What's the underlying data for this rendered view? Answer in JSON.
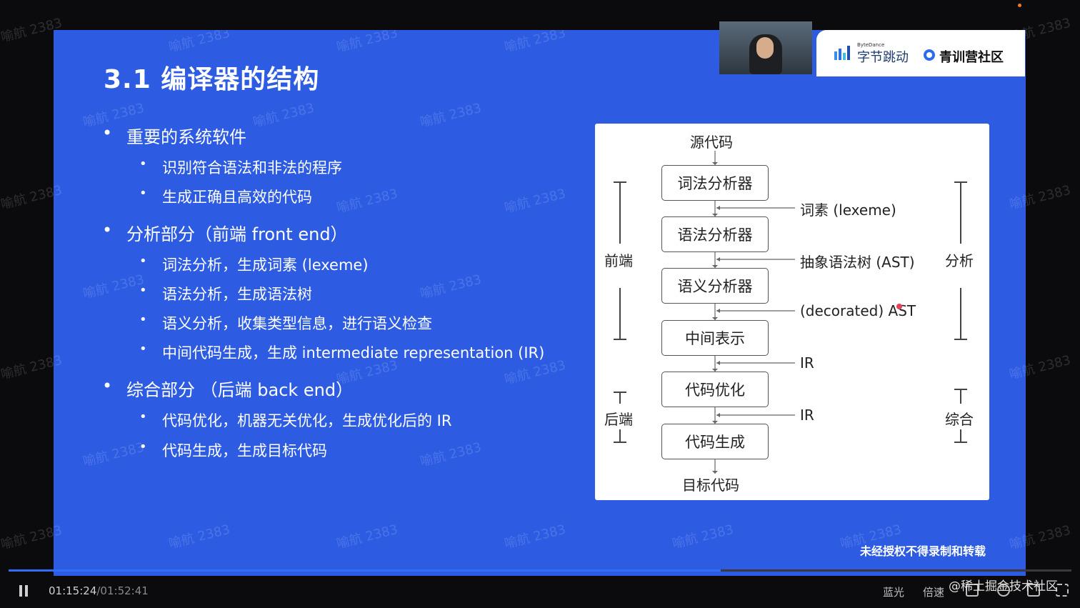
{
  "slide": {
    "title": "3.1 编译器的结构",
    "bullets": [
      {
        "text": "重要的系统软件",
        "children": [
          "识别符合语法和非法的程序",
          "生成正确且高效的代码"
        ]
      },
      {
        "text": "分析部分（前端 front end）",
        "children": [
          "词法分析，生成词素 (lexeme)",
          "语法分析，生成语法树",
          "语义分析，收集类型信息，进行语义检查",
          "中间代码生成，生成 intermediate representation (IR)"
        ]
      },
      {
        "text": "综合部分 （后端 back end）",
        "children": [
          "代码优化，机器无关优化，生成优化后的 IR",
          "代码生成，生成目标代码"
        ]
      }
    ],
    "notice": "未经授权不得录制和转载"
  },
  "diagram": {
    "source": "源代码",
    "target": "目标代码",
    "stages": [
      "词法分析器",
      "语法分析器",
      "语义分析器",
      "中间表示",
      "代码优化",
      "代码生成"
    ],
    "edges": [
      "词素 (lexeme)",
      "抽象语法树 (AST)",
      "(decorated) AST",
      "IR",
      "IR"
    ],
    "left_groups": {
      "front": "前端",
      "back": "后端"
    },
    "right_groups": {
      "analysis": "分析",
      "synthesis": "综合"
    }
  },
  "branding": {
    "bytedance_small": "ByteDance",
    "bytedance": "字节跳动",
    "qingxun": "青训营社区"
  },
  "watermark": "喻航 2383",
  "player": {
    "current_time": "01:15:24",
    "total_time": "/01:52:41",
    "quality": "蓝光",
    "speed": "倍速",
    "site_mark": "@稀土掘金技术社区",
    "progress": 0.67
  }
}
